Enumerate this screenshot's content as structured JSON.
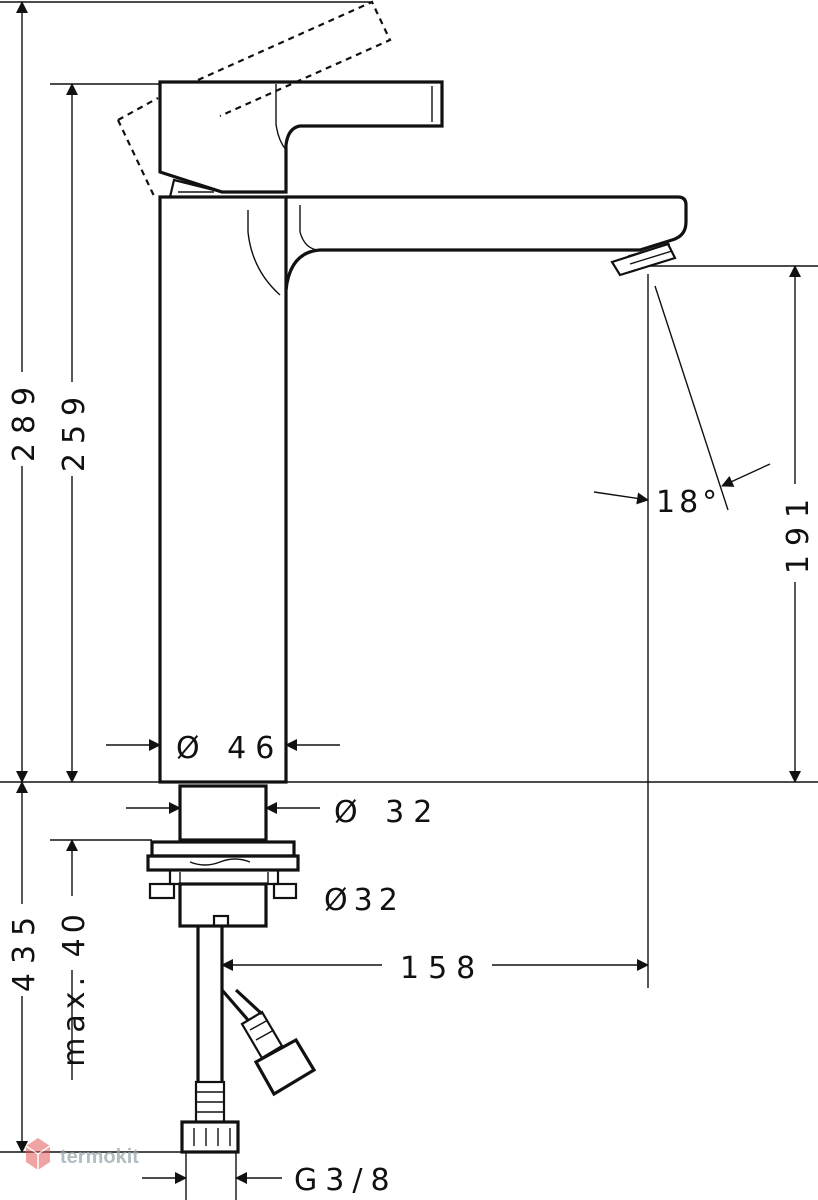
{
  "dimensions": {
    "total_height": "289",
    "body_height": "259",
    "spout_height": "191",
    "angle": "18°",
    "body_diameter": "Ø 46",
    "shank_diameter": "Ø 32",
    "hole_diameter": "Ø32",
    "below_counter": "435",
    "max_thickness": "max. 40",
    "spout_reach": "158",
    "connection": "G3/8"
  },
  "watermark": {
    "brand": "termokit",
    "color": "#9aa6ad",
    "logo_color": "#e05050"
  }
}
